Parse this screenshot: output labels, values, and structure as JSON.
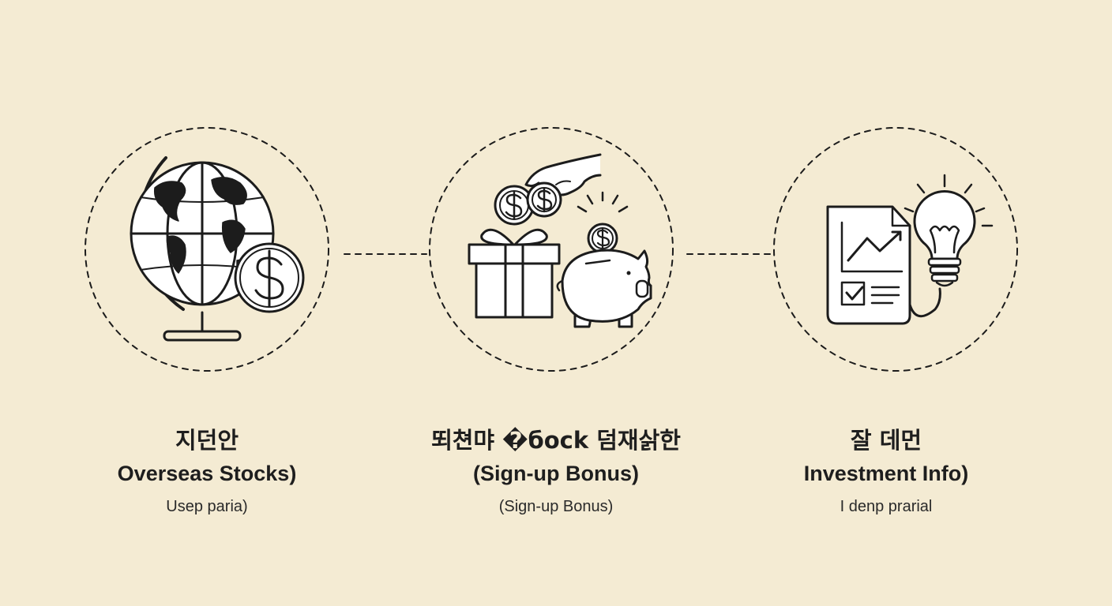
{
  "steps": [
    {
      "title_ko": "지던안",
      "title_en": "Overseas Stocks)",
      "subtitle": "Usep paria)",
      "icon": "globe-with-dollar-coin-icon"
    },
    {
      "title_ko": "뙤쳔먀 �босk 덤재삵한",
      "title_en": "(Sign-up Bonus)",
      "subtitle": "(Sign-up Bonus)",
      "icon": "gift-box-and-piggy-bank-icon"
    },
    {
      "title_ko": "잘 데먼",
      "title_en": "Investment Info)",
      "subtitle": "I denp prarial",
      "icon": "report-and-lightbulb-icon"
    }
  ],
  "colors": {
    "background": "#f4ebd3",
    "ink": "#1c1c1c",
    "icon_fill": "#ffffff"
  }
}
